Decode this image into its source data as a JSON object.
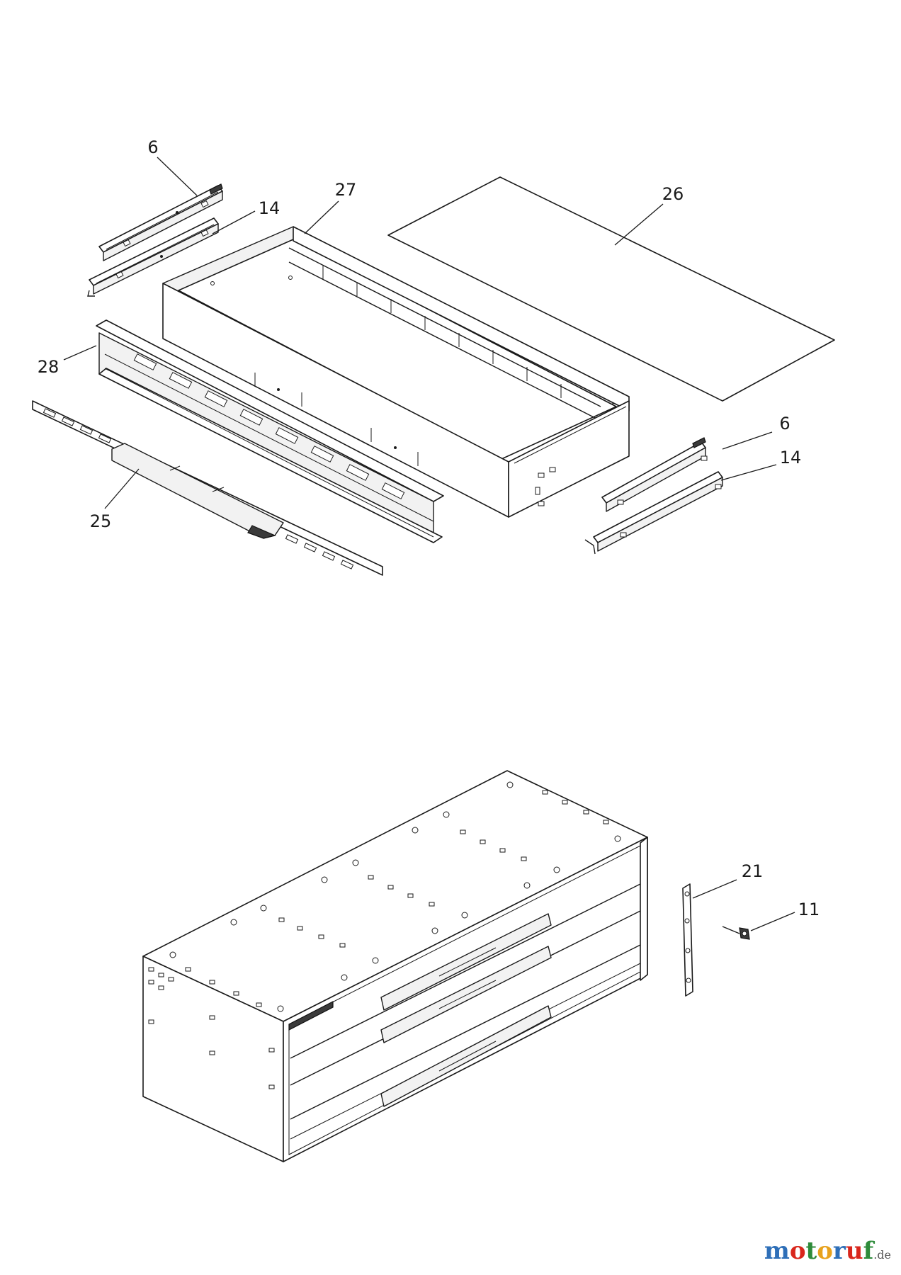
{
  "callouts": {
    "c6_top": "6",
    "c14_top": "14",
    "c27": "27",
    "c26": "26",
    "c28": "28",
    "c25": "25",
    "c6_right": "6",
    "c14_right": "14",
    "c21": "21",
    "c11": "11"
  },
  "watermark": {
    "letters": [
      "m",
      "o",
      "t",
      "o",
      "r",
      "u",
      "f"
    ],
    "colors": [
      "#2e6fb8",
      "#d9261c",
      "#2e8b3a",
      "#e8a21c",
      "#2e6fb8",
      "#d9261c",
      "#2e8b3a"
    ],
    "suffix": ".de"
  }
}
